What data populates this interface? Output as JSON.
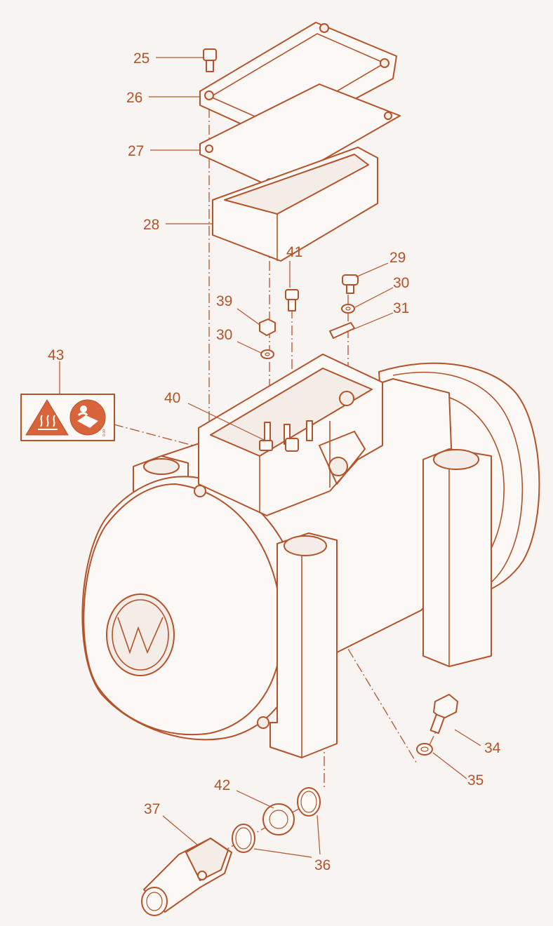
{
  "colors": {
    "line": "#b4532a",
    "background": "#f7f4f2",
    "warning_fill": "#d9633a"
  },
  "labels": {
    "l25": "25",
    "l26": "26",
    "l27": "27",
    "l28": "28",
    "l41": "41",
    "l29": "29",
    "l30a": "30",
    "l31": "31",
    "l39": "39",
    "l30b": "30",
    "l43": "43",
    "l40": "40",
    "l34": "34",
    "l35": "35",
    "l42": "42",
    "l37": "37",
    "l36": "36"
  },
  "icons": [
    "hot-surface-warning-icon",
    "read-manual-icon",
    "wacker-logo"
  ]
}
